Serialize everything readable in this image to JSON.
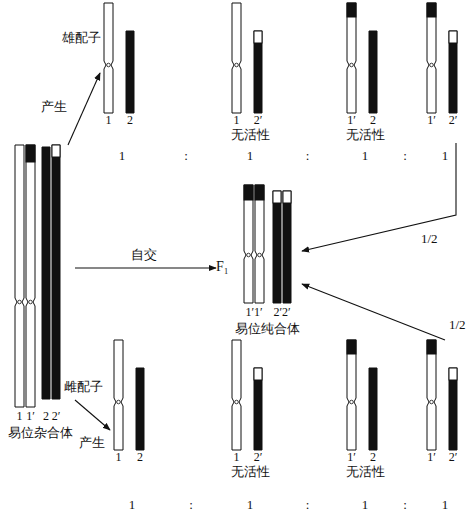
{
  "diagram": {
    "nodes": [
      {
        "text": [
          "1",
          "1′",
          "2",
          "2′",
          "易位杂合体"
        ]
      },
      {
        "text": [
          "雄配子"
        ]
      },
      {
        "text": [
          "1",
          "2"
        ],
        "in": 1
      },
      {
        "text": [
          "1",
          "2′",
          "无活性"
        ],
        "in": 1
      },
      {
        "text": [
          "1′",
          "2",
          "无活性"
        ],
        "in": 1
      },
      {
        "text": [
          "1′",
          "2′"
        ],
        "in": 1
      },
      {
        "text": [
          "F₁"
        ]
      },
      {
        "text": [
          "1′1′",
          "2′2′",
          "易位纯合体"
        ]
      },
      {
        "text": [
          "雌配子"
        ]
      },
      {
        "text": [
          "1",
          "2"
        ],
        "in": 8
      },
      {
        "text": [
          "1",
          "2′",
          "无活性"
        ],
        "in": 8
      },
      {
        "text": [
          "1′",
          "2",
          "无活性"
        ],
        "in": 8
      },
      {
        "text": [
          "1′",
          "2′"
        ],
        "in": 8
      }
    ],
    "edges": [
      {
        "from": 0,
        "to": 1,
        "label": "产生",
        "arrow": "to"
      },
      {
        "from": 0,
        "to": 6,
        "label": "自交",
        "arrow": "to"
      },
      {
        "from": 0,
        "to": 8,
        "label": "产生",
        "arrow": "to"
      },
      {
        "from": 5,
        "to": 7,
        "label": "1/2",
        "arrow": "to"
      },
      {
        "from": 12,
        "to": 7,
        "label": "1/2",
        "arrow": "to"
      }
    ],
    "labels": [
      "1",
      ":",
      "1",
      ":",
      "1",
      ":",
      "1",
      "1",
      ":",
      "1",
      ":",
      "1",
      ":",
      "1"
    ]
  }
}
